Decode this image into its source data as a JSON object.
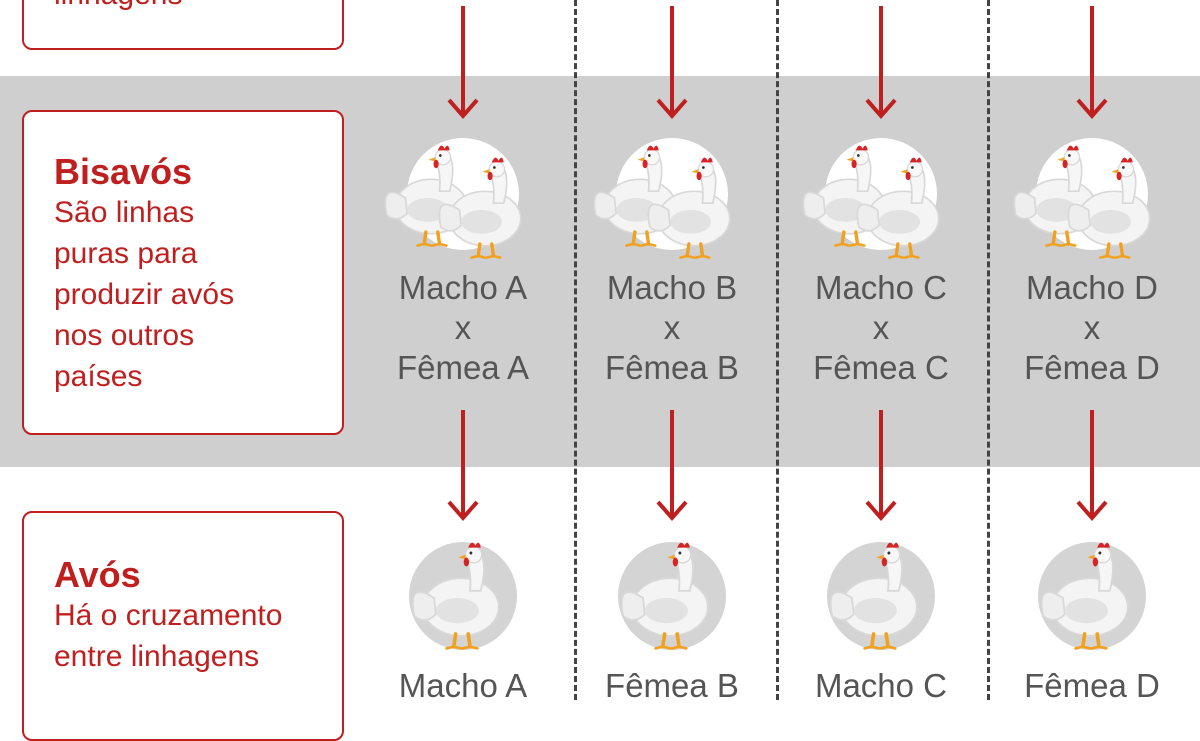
{
  "colors": {
    "accent": "#c01f1f",
    "band": "#cfcfcf",
    "label": "#555555"
  },
  "top_box": {
    "description": "linhagens"
  },
  "bisavos": {
    "title": "Bisavós",
    "description_lines": [
      "São linhas",
      "puras para",
      "produzir avós",
      "nos outros",
      "países"
    ]
  },
  "avos": {
    "title": "Avós",
    "description_lines": [
      "Há o cruzamento",
      "entre linhagens"
    ]
  },
  "columns": [
    {
      "pair": [
        "Macho A",
        "x",
        "Fêmea A"
      ],
      "avo_label": "Macho A"
    },
    {
      "pair": [
        "Macho B",
        "x",
        "Fêmea B"
      ],
      "avo_label": "Fêmea B"
    },
    {
      "pair": [
        "Macho C",
        "x",
        "Fêmea C"
      ],
      "avo_label": "Macho C"
    },
    {
      "pair": [
        "Macho D",
        "x",
        "Fêmea D"
      ],
      "avo_label": "Fêmea D"
    }
  ],
  "icons": {
    "pair": "hen-pair-icon",
    "single": "hen-icon",
    "arrow": "arrow-down-icon"
  }
}
